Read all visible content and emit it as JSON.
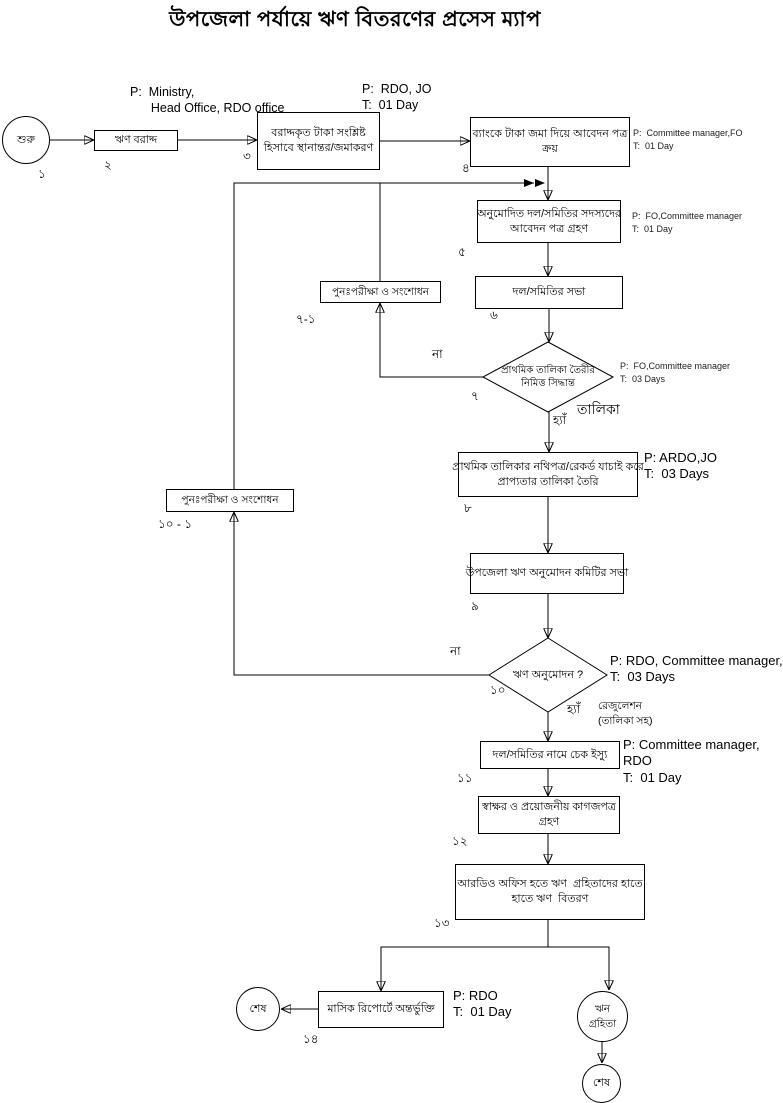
{
  "title": "উপজেলা পর্যায়ে ঋণ বিতরণের প্রসেস ম্যাপ",
  "nodes": {
    "start": {
      "label": "শুরু",
      "num": "১"
    },
    "n2": {
      "label": "ঋণ বরাদ্দ",
      "num": "২"
    },
    "n3": {
      "label": "বরাদ্দকৃত টাকা সংশ্লিষ্ট\nহিসাবে স্থানান্তর/জমাকরণ",
      "num": "৩"
    },
    "n4": {
      "label": "ব্যাংকে টাকা জমা দিয়ে আবেদন পত্র\nক্রয়",
      "num": "৪"
    },
    "n5": {
      "label": "অনুমোদিত দল/সমিতির সদস্যদের\nআবেদন পত্র গ্রহণ",
      "num": "৫"
    },
    "n6": {
      "label": "দল/সমিতির সভা",
      "num": "৬"
    },
    "n7_1": {
      "label": "পুনঃপরীক্ষা ও সংশোধন",
      "num": "৭-১"
    },
    "d7": {
      "label": "প্রাথমিক তালিকা তৈরীর\nনিমিত্ত সিদ্ধান্ত",
      "num": "৭"
    },
    "n8": {
      "label": "প্রাথমিক তালিকার নথিপত্র/রেকর্ড যাচাই করে\nপ্রাপ্যতার তালিকা তৈরি",
      "num": "৮"
    },
    "n10_1": {
      "label": "পুনঃপরীক্ষা ও সংশোধন",
      "num": "১০ - ১"
    },
    "n9": {
      "label": "উপজেলা ঋণ অনুমোদন কমিটির সভা",
      "num": "৯"
    },
    "d10": {
      "label": "ঋণ অনুমোদন ?",
      "num": "১০"
    },
    "n11": {
      "label": "দল/সমিতির নামে চেক ইস্যু",
      "num": "১১"
    },
    "n12": {
      "label": "স্বাক্ষর ও প্রয়োজনীয় কাগজপত্র\nগ্রহণ",
      "num": "১২"
    },
    "n13": {
      "label": "আরডিও অফিস হতে ঋণ  গ্রহিতাদের হাতে\nহাতে ঋণ  বিতরণ",
      "num": "১৩"
    },
    "n14": {
      "label": "মাসিক রিপোর্টে অন্তর্ভুক্তি",
      "num": "১৪"
    },
    "end_left": {
      "label": "শেষ"
    },
    "recipient": {
      "label": "ঋন\nগ্রহিতা"
    },
    "end_bottom": {
      "label": "শেষ"
    }
  },
  "annotations": {
    "a2": "P:  Ministry,\n      Head Office, RDO office",
    "a3": "P:  RDO, JO\nT:  01 Day",
    "a4": "P:  Committee manager,FO\nT:  01 Day",
    "a5": "P:  FO,Committee manager\nT:  01 Day",
    "a7": "P:  FO,Committee manager\nT:  03 Days",
    "a8": "P: ARDO,JO\nT:  03 Days",
    "a10": "P: RDO, Committee manager,\nT:  03 Days",
    "a11": "P: Committee manager,\nRDO\nT:  01 Day",
    "a14": "P: RDO\nT:  01 Day"
  },
  "edge_labels": {
    "d7_no": "না",
    "d7_yes": "হ্যাঁ",
    "d7_list": "তালিকা",
    "d10_no": "না",
    "d10_yes": "হ্যাঁ",
    "d10_resolution": "রেজুলেশন\n(তালিকা সহ)"
  },
  "colors": {
    "line": "#000000",
    "box_border": "#000000",
    "background": "#ffffff"
  }
}
